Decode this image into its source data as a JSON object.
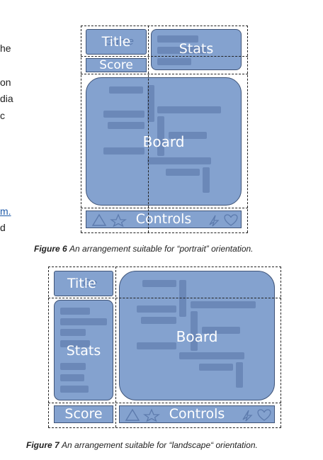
{
  "side_text": {
    "line1": "he",
    "line2": "on",
    "line3": "dia",
    "line4": "c",
    "line5": "m.",
    "line6": "d"
  },
  "figure6": {
    "tiles": {
      "title": "Title",
      "stats": "Stats",
      "score": "Score",
      "board": "Board",
      "controls": "Controls"
    },
    "caption_label": "Figure 6",
    "caption_text": "An arrangement suitable for “portrait” orientation."
  },
  "figure7": {
    "tiles": {
      "title": "Title",
      "stats": "Stats",
      "score": "Score",
      "board": "Board",
      "controls": "Controls"
    },
    "caption_label": "Figure 7",
    "caption_text": "An arrangement suitable for “landscape“ orientation."
  },
  "control_icons": [
    "triangle-icon",
    "star-icon",
    "circle-icon",
    "leaf-icon",
    "lightning-icon",
    "heart-icon"
  ],
  "colors": {
    "tile_fill": "#84a2cf",
    "tile_border": "#3f5478",
    "bar_fill": "#6b88b8",
    "link": "#1e5aa8"
  }
}
